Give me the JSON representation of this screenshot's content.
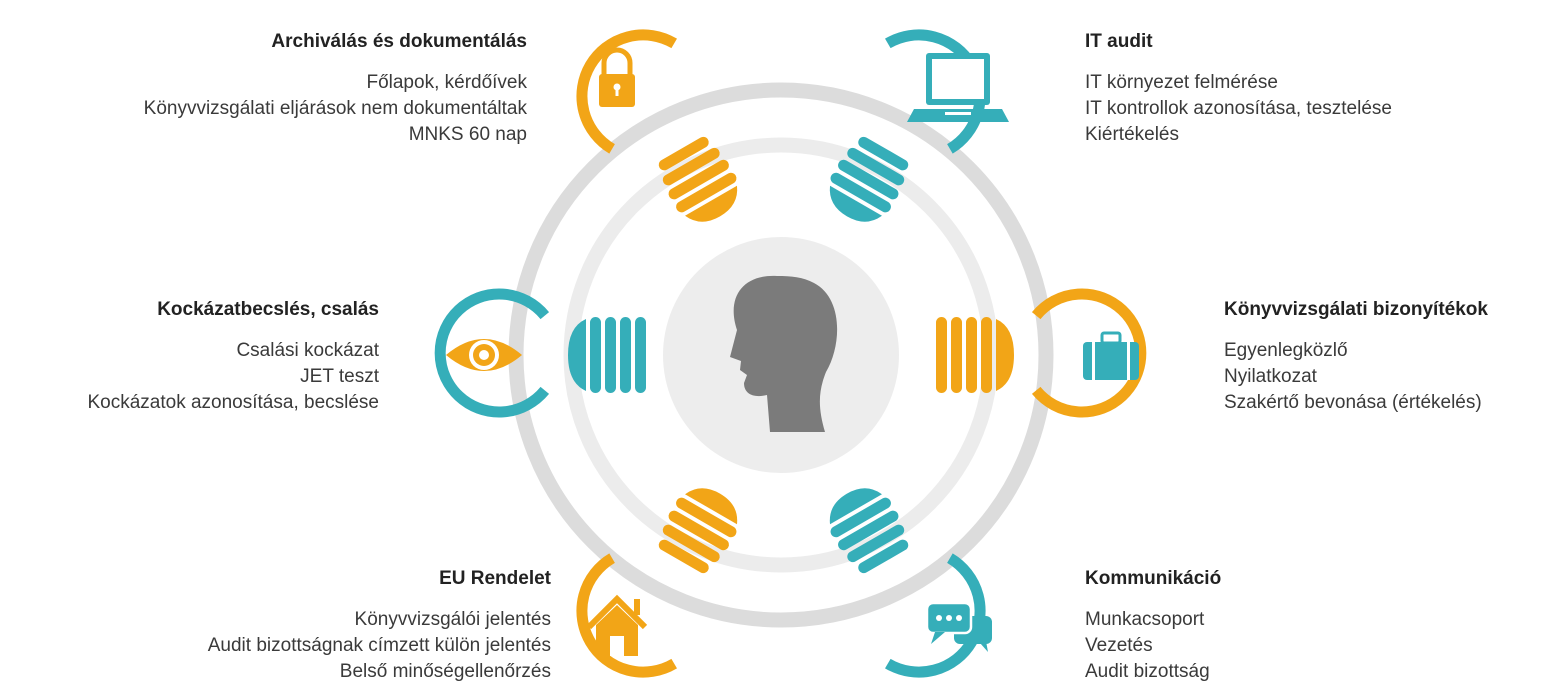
{
  "colors": {
    "orange": "#F2A517",
    "teal": "#35AEB9",
    "ring": "#DCDCDC",
    "center": "#EDEDED",
    "head": "#7B7B7B"
  },
  "segments": [
    {
      "id": "archivalas",
      "icon": "padlock-icon",
      "color": "orange",
      "title": "Archiválás és dokumentálás",
      "items": [
        "Főlapok, kérdőívek",
        "Könyvvizsgálati eljárások nem dokumentáltak",
        "MNKS 60 nap"
      ]
    },
    {
      "id": "it-audit",
      "icon": "laptop-icon",
      "color": "teal",
      "title": "IT audit",
      "items": [
        "IT környezet felmérése",
        "IT kontrollok azonosítása, tesztelése",
        "Kiértékelés"
      ]
    },
    {
      "id": "kockazat",
      "icon": "eye-icon",
      "color": "teal",
      "title": "Kockázatbecslés, csalás",
      "items": [
        "Csalási kockázat",
        "JET teszt",
        "Kockázatok azonosítása, becslése"
      ]
    },
    {
      "id": "bizonyitekok",
      "icon": "briefcase-icon",
      "color": "orange",
      "title": "Könyvvizsgálati bizonyítékok",
      "items": [
        "Egyenlegközlő",
        "Nyilatkozat",
        "Szakértő bevonása (értékelés)"
      ]
    },
    {
      "id": "eu-rendelet",
      "icon": "house-icon",
      "color": "orange",
      "title": "EU Rendelet",
      "items": [
        "Könyvvizsgálói jelentés",
        "Audit bizottságnak címzett külön jelentés",
        "Belső minőségellenőrzés"
      ]
    },
    {
      "id": "kommunikacio",
      "icon": "chat-bubbles-icon",
      "color": "teal",
      "title": "Kommunikáció",
      "items": [
        "Munkacsoport",
        "Vezetés",
        "Audit bizottság"
      ]
    }
  ]
}
